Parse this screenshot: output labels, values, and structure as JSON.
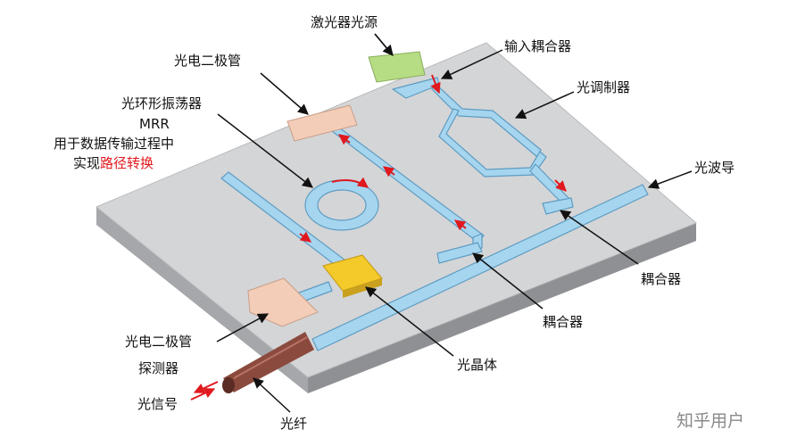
{
  "labels": {
    "laser_source": "激光器光源",
    "input_coupler": "输入耦合器",
    "optical_modulator": "光调制器",
    "photodiode_top": "光电二极管",
    "ring_resonator": "光环形振荡器",
    "mrr": "MRR",
    "mrr_desc_1": "用于数据传输过程中",
    "mrr_desc_2_prefix": "实现",
    "mrr_desc_2_highlight": "路径转换",
    "waveguide": "光波导",
    "coupler_right": "耦合器",
    "coupler_bottom": "耦合器",
    "phototransistor": "光晶体",
    "photodiode_bottom": "光电二极管",
    "detector": "探测器",
    "optical_signal": "光信号",
    "optical_fiber": "光纤"
  },
  "watermark": "知乎用户",
  "colors": {
    "board_top": "#d4d5d7",
    "board_side": "#9d9ea2",
    "waveguide": "#a6d5ef",
    "waveguide_stroke": "#5d9cc2",
    "laser": "#b7dd84",
    "photodiode": "#f3cdb8",
    "transistor": "#f4c92a",
    "fiber": "#8b4a3e",
    "arrow_red": "#e0191f",
    "highlight_text": "#e0191f"
  }
}
